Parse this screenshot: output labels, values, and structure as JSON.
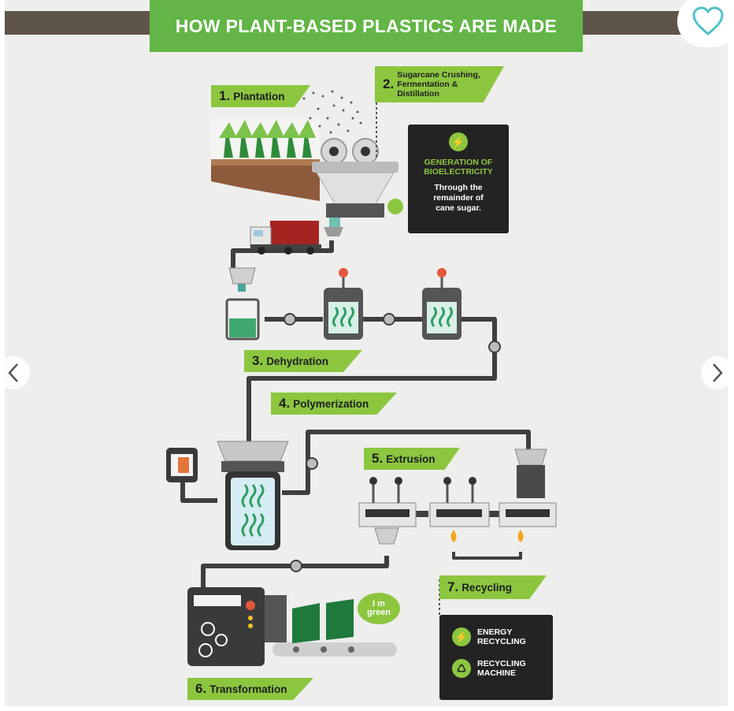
{
  "title": "HOW PLANT-BASED PLASTICS ARE MADE",
  "steps": {
    "s1": {
      "num": "1.",
      "label": "Plantation"
    },
    "s2": {
      "num": "2.",
      "line1": "Sugarcane Crushing,",
      "line2": "Fermentation &",
      "line3": "Distillation"
    },
    "s3": {
      "num": "3.",
      "label": "Dehydration"
    },
    "s4": {
      "num": "4.",
      "label": "Polymerization"
    },
    "s5": {
      "num": "5.",
      "label": "Extrusion"
    },
    "s6": {
      "num": "6.",
      "label": "Transformation"
    },
    "s7": {
      "num": "7.",
      "label": "Recycling"
    }
  },
  "bioelectricity": {
    "title_line1": "GENERATION OF",
    "title_line2": "BIOELECTRICITY",
    "desc_line1": "Through the",
    "desc_line2": "remainder of",
    "desc_line3": "cane sugar."
  },
  "recycling_box": {
    "item1_line1": "ENERGY",
    "item1_line2": "RECYCLING",
    "item2_line1": "RECYCLING",
    "item2_line2": "MACHINE"
  },
  "bubble": {
    "line1": "I m",
    "line2": "green"
  },
  "colors": {
    "accent": "#8cc63f",
    "banner": "#62b546",
    "dark": "#232323",
    "pipe": "#3f3f3f"
  },
  "icons": {
    "favorite": "heart-outline-icon",
    "prev": "chevron-left-icon",
    "next": "chevron-right-icon"
  }
}
